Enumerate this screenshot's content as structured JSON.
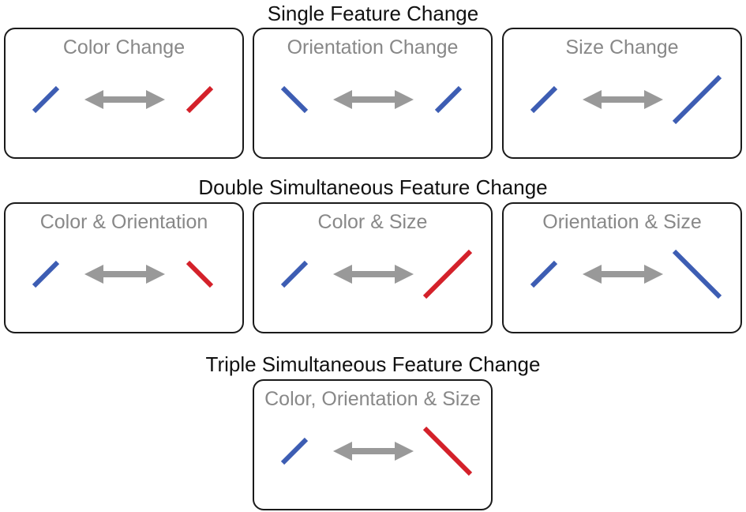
{
  "colors": {
    "blue": "#3d5db3",
    "red": "#d4212a",
    "arrow": "#999999"
  },
  "sections": [
    {
      "heading": "Single Feature Change",
      "panels": [
        {
          "title": "Color Change",
          "left_bar": {
            "color": "blue",
            "orientation": "right-tilt",
            "size": "small"
          },
          "right_bar": {
            "color": "red",
            "orientation": "right-tilt",
            "size": "small"
          }
        },
        {
          "title": "Orientation Change",
          "left_bar": {
            "color": "blue",
            "orientation": "left-tilt",
            "size": "small"
          },
          "right_bar": {
            "color": "blue",
            "orientation": "right-tilt",
            "size": "small"
          }
        },
        {
          "title": "Size Change",
          "left_bar": {
            "color": "blue",
            "orientation": "right-tilt",
            "size": "small"
          },
          "right_bar": {
            "color": "blue",
            "orientation": "right-tilt",
            "size": "large"
          }
        }
      ]
    },
    {
      "heading": "Double Simultaneous Feature Change",
      "panels": [
        {
          "title": "Color & Orientation",
          "left_bar": {
            "color": "blue",
            "orientation": "right-tilt",
            "size": "small"
          },
          "right_bar": {
            "color": "red",
            "orientation": "left-tilt",
            "size": "small"
          }
        },
        {
          "title": "Color & Size",
          "left_bar": {
            "color": "blue",
            "orientation": "right-tilt",
            "size": "small"
          },
          "right_bar": {
            "color": "red",
            "orientation": "right-tilt",
            "size": "large"
          }
        },
        {
          "title": "Orientation & Size",
          "left_bar": {
            "color": "blue",
            "orientation": "right-tilt",
            "size": "small"
          },
          "right_bar": {
            "color": "blue",
            "orientation": "left-tilt",
            "size": "large"
          }
        }
      ]
    },
    {
      "heading": "Triple Simultaneous Feature Change",
      "panels": [
        {
          "title": "Color, Orientation & Size",
          "left_bar": {
            "color": "blue",
            "orientation": "right-tilt",
            "size": "small"
          },
          "right_bar": {
            "color": "red",
            "orientation": "left-tilt",
            "size": "large"
          }
        }
      ]
    }
  ]
}
